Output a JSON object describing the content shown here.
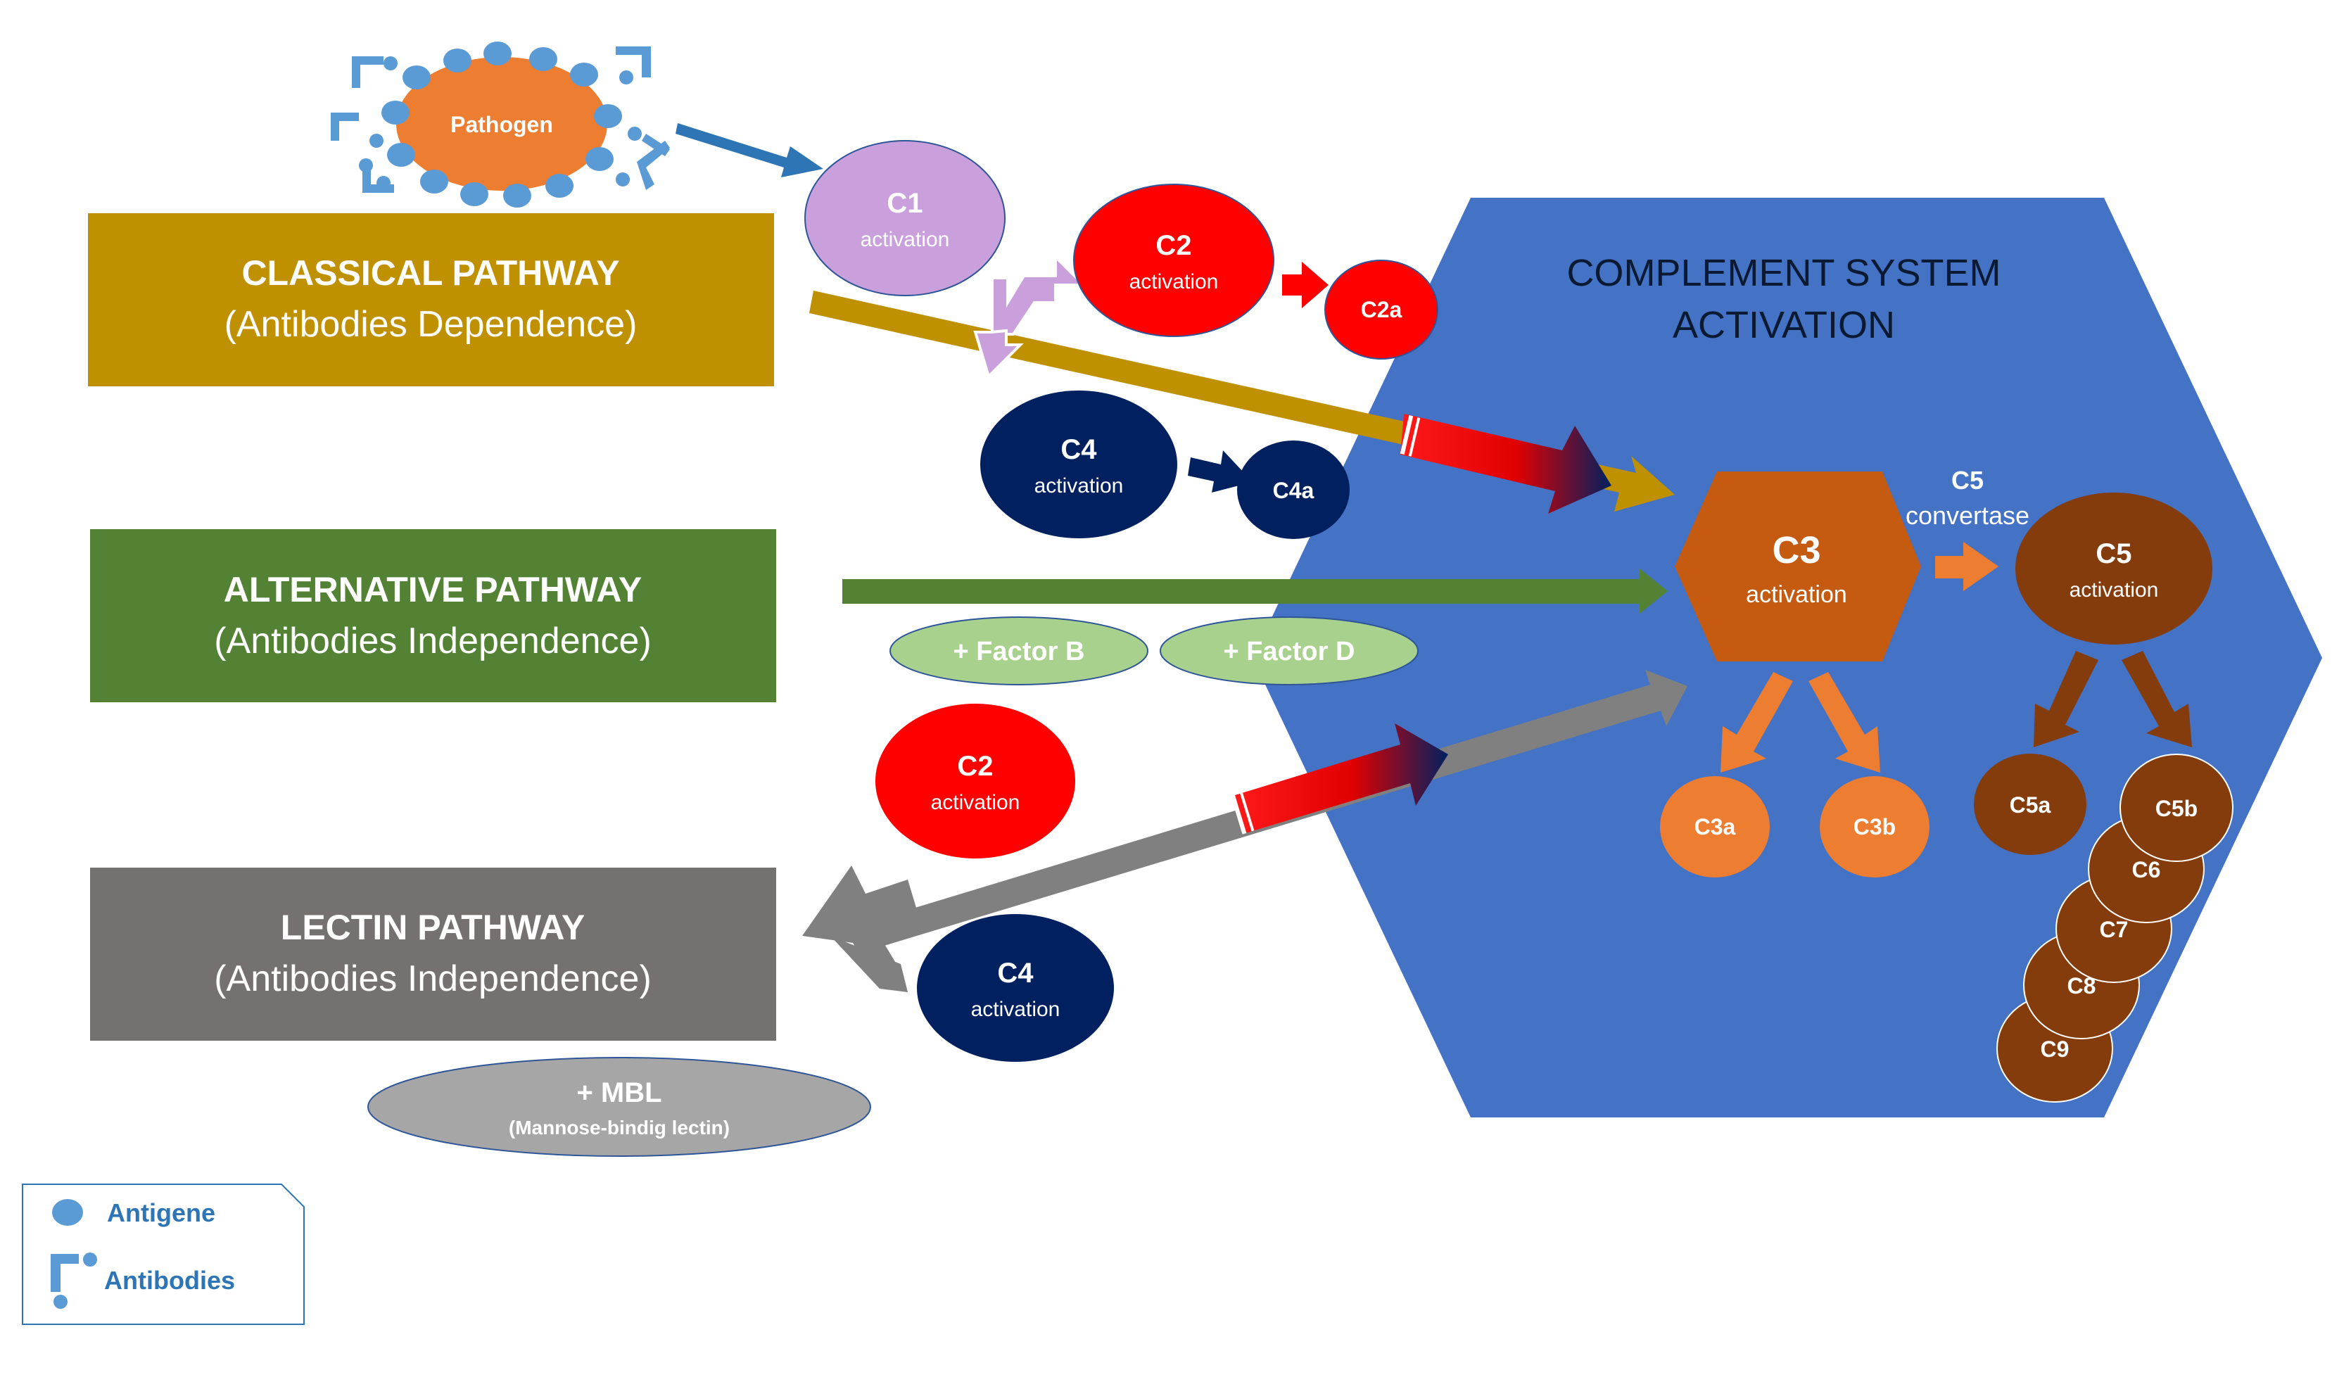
{
  "colors": {
    "classical": "#BF9000",
    "alternative": "#548235",
    "lectin": "#767171",
    "hexagon": "#4472C4",
    "pathogen": "#ED7D31",
    "antigen": "#5B9BD5",
    "c1": "#C9A0DC",
    "c2": "#FF0000",
    "c4": "#002060",
    "c3": "#C55A11",
    "c3frag": "#ED7D31",
    "c5": "#843C0C",
    "factor": "#A9D18E",
    "mbl": "#A6A6A6"
  },
  "pathogen": {
    "label": "Pathogen"
  },
  "pathways": {
    "classical": {
      "title": "CLASSICAL PATHWAY",
      "subtitle": "(Antibodies Dependence)"
    },
    "alternative": {
      "title": "ALTERNATIVE PATHWAY",
      "subtitle": "(Antibodies Independence)"
    },
    "lectin": {
      "title": "LECTIN PATHWAY",
      "subtitle": "(Antibodies Independence)"
    }
  },
  "nodes": {
    "c1": {
      "name": "C1",
      "sub": "activation"
    },
    "c2_top": {
      "name": "C2",
      "sub": "activation"
    },
    "c2a": {
      "name": "C2a"
    },
    "c4_top": {
      "name": "C4",
      "sub": "activation"
    },
    "c4a": {
      "name": "C4a"
    },
    "c2_bottom": {
      "name": "C2",
      "sub": "activation"
    },
    "c4_bottom": {
      "name": "C4",
      "sub": "activation"
    },
    "c3": {
      "name": "C3",
      "sub": "activation"
    },
    "c3a": {
      "name": "C3a"
    },
    "c3b": {
      "name": "C3b"
    },
    "c5": {
      "name": "C5",
      "sub": "activation"
    },
    "c5a": {
      "name": "C5a"
    },
    "c5b": {
      "name": "C5b"
    },
    "c6": {
      "name": "C6"
    },
    "c7": {
      "name": "C7"
    },
    "c8": {
      "name": "C8"
    },
    "c9": {
      "name": "C9"
    }
  },
  "factors": {
    "b": "+ Factor B",
    "d": "+ Factor D"
  },
  "mbl": {
    "title": "+ MBL",
    "sub": "(Mannose-bindig lectin)"
  },
  "system": {
    "line1": "COMPLEMENT SYSTEM",
    "line2": "ACTIVATION"
  },
  "convertase": {
    "line1": "C5",
    "line2": "convertase"
  },
  "legend": {
    "antigen": "Antigene",
    "antibodies": "Antibodies"
  }
}
